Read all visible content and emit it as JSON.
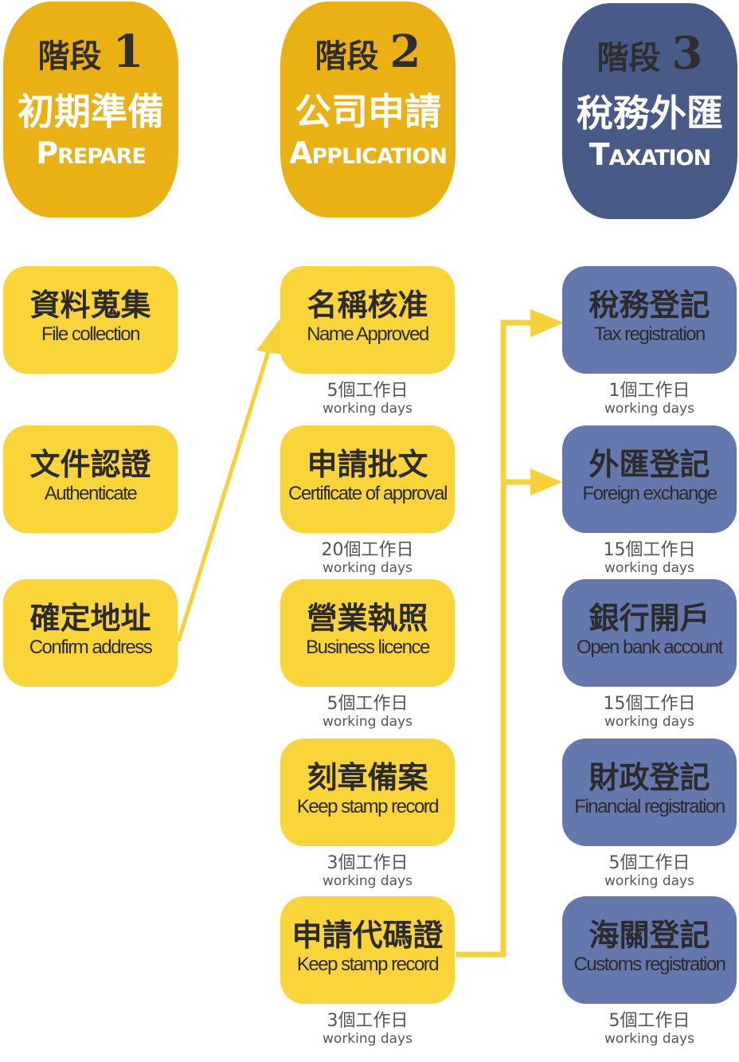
{
  "stages": [
    {
      "label": "階段",
      "num": "1",
      "zh": "初期準備",
      "en": "Prepare"
    },
    {
      "label": "階段",
      "num": "2",
      "zh": "公司申請",
      "en": "Application"
    },
    {
      "label": "階段",
      "num": "3",
      "zh": "稅務外匯",
      "en": "Taxation"
    }
  ],
  "col1": [
    {
      "zh": "資料蒐集",
      "en": "File collection"
    },
    {
      "zh": "文件認證",
      "en": "Authenticate"
    },
    {
      "zh": "確定地址",
      "en": "Confirm  address"
    }
  ],
  "col2": [
    {
      "zh": "名稱核准",
      "en": "Name Approved",
      "days": "5個工作日",
      "unit": "working days"
    },
    {
      "zh": "申請批文",
      "en": "Certificate of approval",
      "days": "20個工作日",
      "unit": "working days"
    },
    {
      "zh": "營業執照",
      "en": "Business licence",
      "days": "5個工作日",
      "unit": "working days"
    },
    {
      "zh": "刻章備案",
      "en": "Keep stamp record",
      "days": "3個工作日",
      "unit": "working days"
    },
    {
      "zh": "申請代碼證",
      "en": "Keep stamp record",
      "days": "3個工作日",
      "unit": "working days"
    }
  ],
  "col3": [
    {
      "zh": "稅務登記",
      "en": "Tax registration",
      "days": "1個工作日",
      "unit": "working days"
    },
    {
      "zh": "外匯登記",
      "en": "Foreign exchange",
      "days": "15個工作日",
      "unit": "working days"
    },
    {
      "zh": "銀行開戶",
      "en": "Open bank account",
      "days": "15個工作日",
      "unit": "working days"
    },
    {
      "zh": "財政登記",
      "en": "Financial registration",
      "days": "5個工作日",
      "unit": "working days"
    },
    {
      "zh": "海關登記",
      "en": "Customs registration",
      "days": "5個工作日",
      "unit": "working days"
    }
  ],
  "colors": {
    "header_yellow": "#E9B114",
    "header_blue": "#485A87",
    "box_yellow": "#FAD53A",
    "box_blue": "#6478AE",
    "arrow": "#F6D13A"
  }
}
